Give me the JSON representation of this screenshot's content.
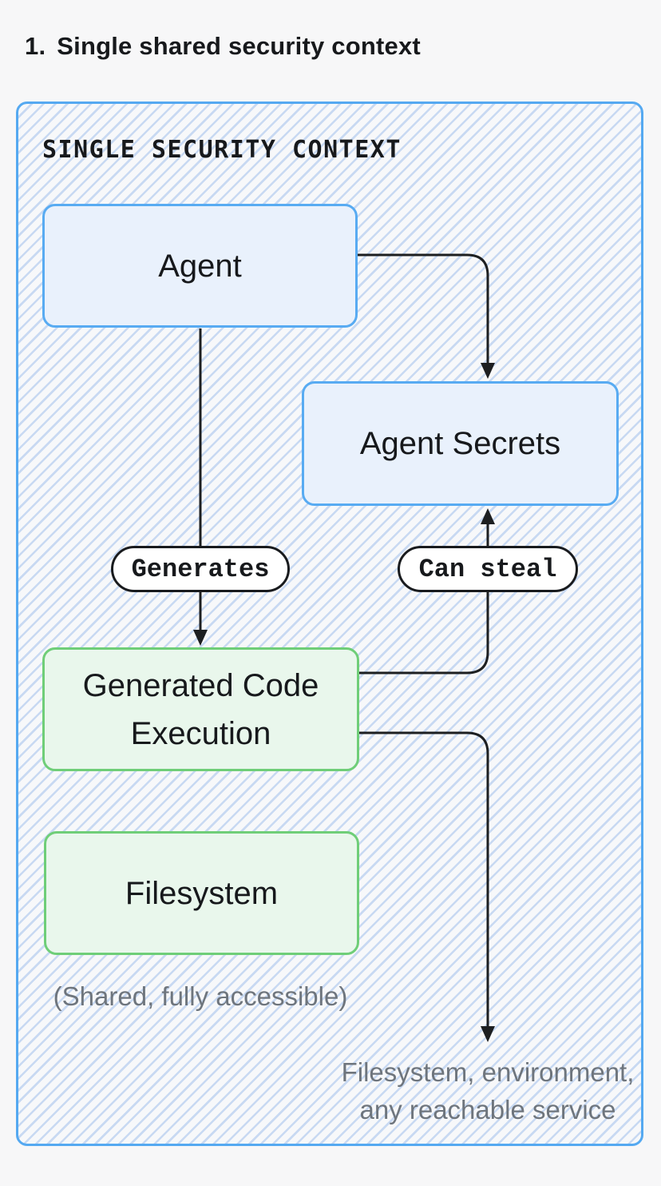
{
  "page": {
    "title_marker": "1.",
    "title": "Single shared security context"
  },
  "diagram": {
    "header": "SINGLE SECURITY CONTEXT",
    "nodes": {
      "agent": {
        "label": "Agent",
        "style": "blue"
      },
      "agent_secrets": {
        "label": "Agent Secrets",
        "style": "blue"
      },
      "generated_code_execution": {
        "label": "Generated Code Execution",
        "style": "green"
      },
      "filesystem": {
        "label": "Filesystem",
        "style": "green"
      }
    },
    "edges": {
      "agent_to_secrets": {
        "from": "agent",
        "to": "agent_secrets",
        "label": ""
      },
      "agent_to_code": {
        "from": "agent",
        "to": "generated_code_execution",
        "label": "Generates"
      },
      "code_to_secrets": {
        "from": "generated_code_execution",
        "to": "agent_secrets",
        "label": "Can steal"
      },
      "code_to_services": {
        "from": "generated_code_execution",
        "to": "external-services",
        "label": ""
      }
    },
    "captions": {
      "filesystem_note": "(Shared, fully accessible)",
      "sink_line1": "Filesystem, environment,",
      "sink_line2": "any reachable service"
    },
    "colors": {
      "page_bg": "#f7f7f8",
      "container_border": "#55a9f1",
      "hatch_stripe": "#c8d9f2",
      "hatch_bg": "#f7f8fa",
      "blue_fill": "#e9f1fc",
      "blue_border": "#58abf2",
      "green_fill": "#e9f7ec",
      "green_border": "#6fce78",
      "line": "#1d1f21",
      "pill_bg": "#ffffff",
      "pill_border": "#191b1e",
      "text": "#17191c",
      "muted_text": "#6e757d"
    }
  }
}
